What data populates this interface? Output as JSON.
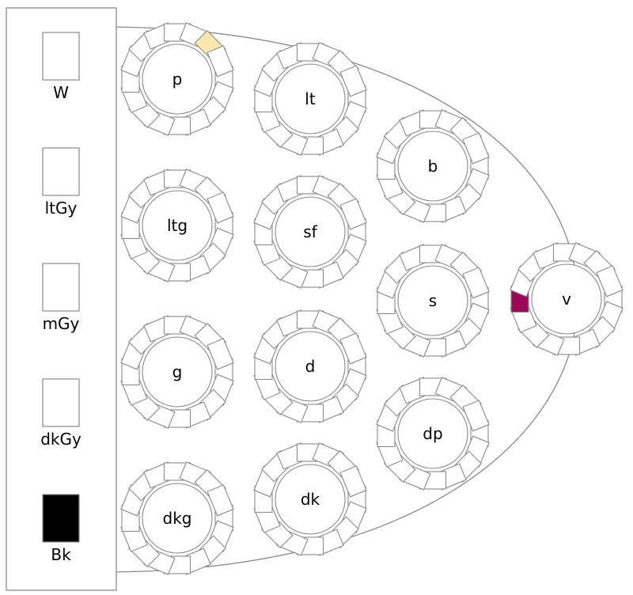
{
  "legend": [
    {
      "label": "W",
      "color": "#ffffff"
    },
    {
      "label": "ltGy",
      "color": "#ffffff"
    },
    {
      "label": "mGy",
      "color": "#ffffff"
    },
    {
      "label": "dkGy",
      "color": "#ffffff"
    },
    {
      "label": "Bk",
      "color": "#000000"
    }
  ],
  "tables": [
    {
      "label": "p",
      "highlight": {
        "seat": 14,
        "color": "#fde7ac"
      }
    },
    {
      "label": "ltg"
    },
    {
      "label": "g"
    },
    {
      "label": "dkg"
    },
    {
      "label": "lt"
    },
    {
      "label": "sf"
    },
    {
      "label": "d"
    },
    {
      "label": "dk"
    },
    {
      "label": "b"
    },
    {
      "label": "s"
    },
    {
      "label": "dp"
    },
    {
      "label": "v",
      "highlight": {
        "seat": 8,
        "color": "#9b0a5a"
      }
    }
  ],
  "colors": {
    "stroke": "#8a8a8a",
    "seat_fill": "#ffffff"
  }
}
